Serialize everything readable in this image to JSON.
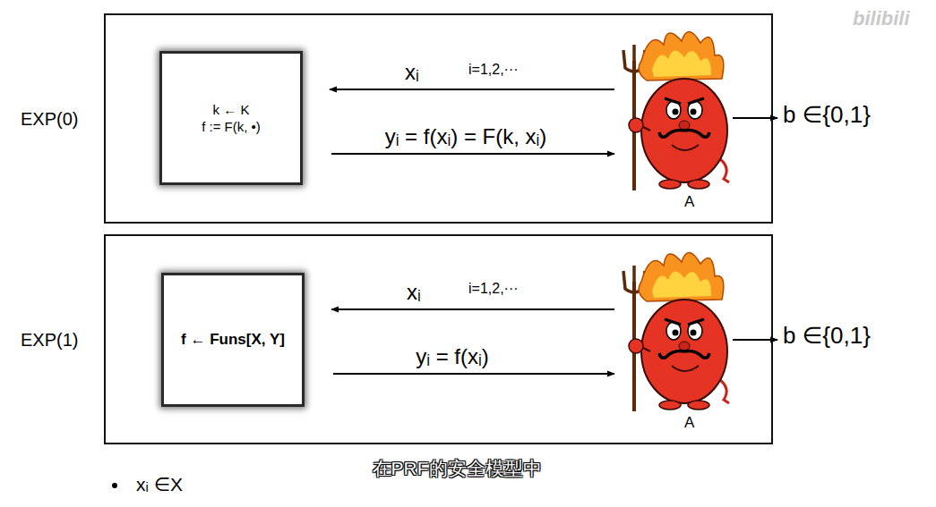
{
  "diagram": {
    "nodes": [
      {
        "text": [
          "EXP(0)"
        ]
      },
      {
        "text": [
          "k ← K",
          "f := F(k, •)"
        ],
        "in": 0
      },
      {
        "text": [
          "A"
        ],
        "in": 0
      },
      {
        "text": [
          "b ∈{0,1}"
        ]
      },
      {
        "text": [
          "EXP(1)"
        ]
      },
      {
        "text": [
          "f ← Funs[X, Y]"
        ],
        "in": 4
      },
      {
        "text": [
          "A"
        ],
        "in": 4
      },
      {
        "text": [
          "b ∈{0,1}"
        ]
      }
    ],
    "edges": [
      {
        "from": 2,
        "to": 1,
        "arrow": "to",
        "label": "xᵢ"
      },
      {
        "from": 1,
        "to": 2,
        "arrow": "to",
        "label": "yᵢ = f(xᵢ) = F(k, xᵢ)"
      },
      {
        "from": 2,
        "to": 3,
        "arrow": "to"
      },
      {
        "from": 6,
        "to": 5,
        "arrow": "to",
        "label": "xᵢ"
      },
      {
        "from": 5,
        "to": 6,
        "arrow": "to",
        "label": "yᵢ = f(xᵢ)"
      },
      {
        "from": 6,
        "to": 7,
        "arrow": "to"
      }
    ],
    "labels": [
      "i=1,2,···",
      "i=1,2,···",
      "在PRF的安全模型中",
      "xᵢ ∈X",
      "bilibili"
    ]
  }
}
